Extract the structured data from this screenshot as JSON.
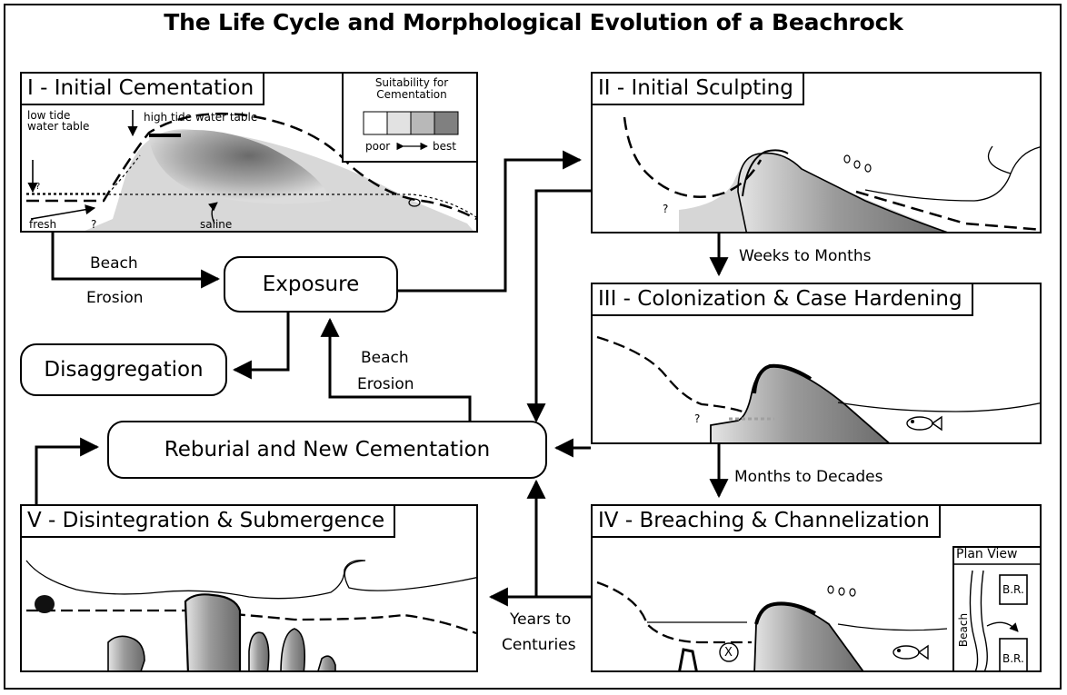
{
  "title": "The Life Cycle and Morphological Evolution of a Beachrock",
  "panels": {
    "p1": {
      "title": "I - Initial Cementation",
      "low_tide_line1": "low tide",
      "low_tide_line2": "water table",
      "high_tide": "high tide water table",
      "fresh": "fresh",
      "saline": "saline",
      "q_mark": "?",
      "q_small": "?",
      "legend_title_line1": "Suitability for",
      "legend_title_line2": "Cementation",
      "legend_poor": "poor",
      "legend_best": "best"
    },
    "p2": {
      "title": "II - Initial Sculpting",
      "q_mark": "?"
    },
    "p3": {
      "title": "III - Colonization & Case Hardening",
      "q_mark": "?"
    },
    "p4": {
      "title": "IV - Breaching & Channelization",
      "plan_view": "Plan View",
      "beach": "Beach",
      "br1": "B.R.",
      "br2": "B.R.",
      "x_mark": "X"
    },
    "p5": {
      "title": "V - Disintegration & Submergence"
    }
  },
  "nodes": {
    "exposure": "Exposure",
    "disaggregation": "Disaggregation",
    "reburial": "Reburial and New Cementation"
  },
  "labels": {
    "beach": "Beach",
    "erosion": "Erosion",
    "beach2": "Beach",
    "erosion2": "Erosion",
    "weeks": "Weeks to Months",
    "months": "Months to Decades",
    "years_line1": "Years to",
    "years_line2": "Centuries"
  },
  "colors": {
    "shade_dark": "#5a5a5a",
    "shade_mid": "#9a9a9a",
    "shade_light": "#d0d0d0"
  }
}
